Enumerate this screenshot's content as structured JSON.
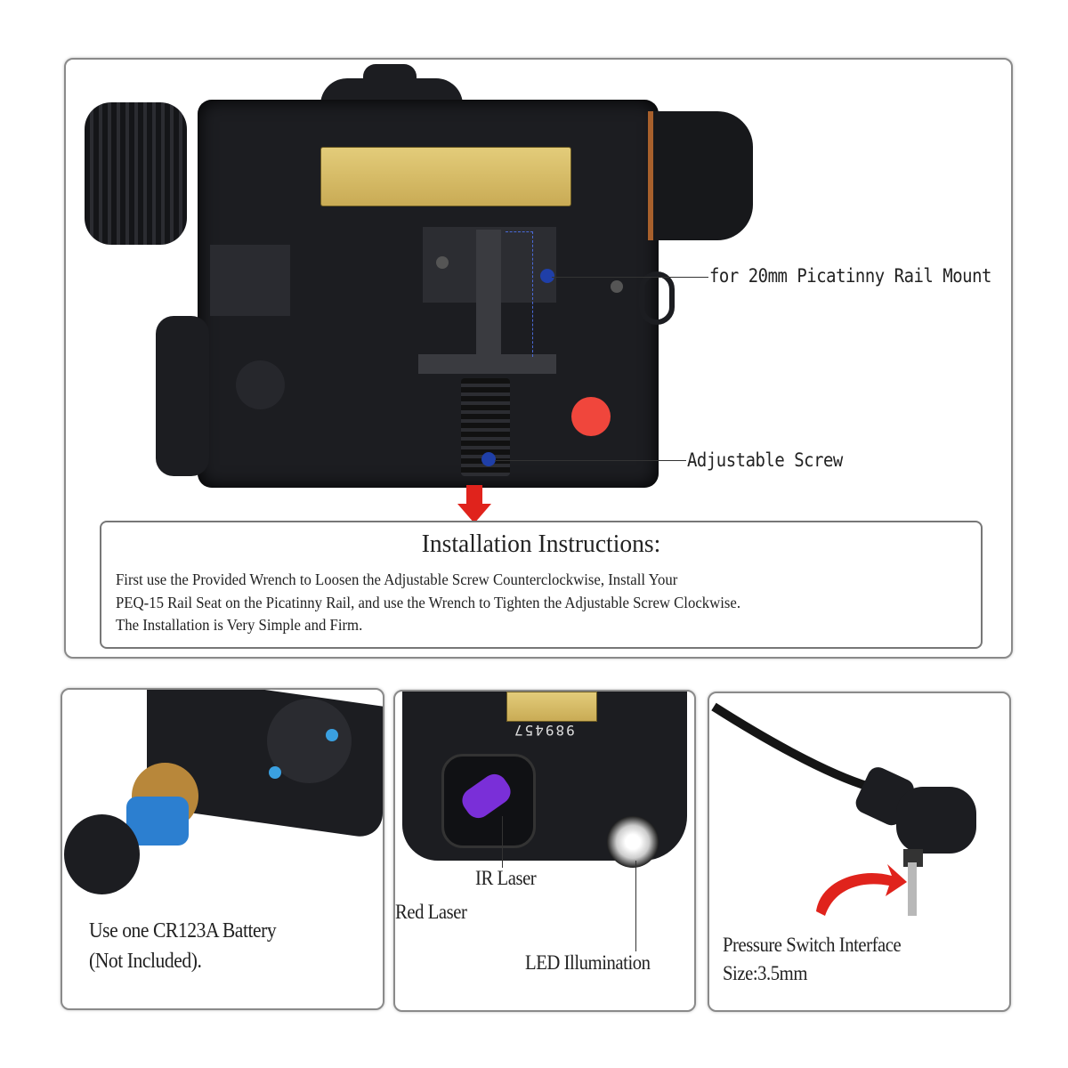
{
  "top_panel": {
    "callouts": {
      "rail_mount": "for 20mm Picatinny Rail Mount",
      "adjustable_screw": "Adjustable Screw"
    },
    "instructions": {
      "title": "Installation Instructions:",
      "lines": [
        "First use the Provided Wrench to Loosen the Adjustable Screw Counterclockwise, Install Your",
        "PEQ-15 Rail Seat on the Picatinny Rail, and use the Wrench to Tighten the Adjustable Screw Clockwise.",
        "The Installation is Very Simple and Firm."
      ]
    }
  },
  "battery_panel": {
    "lines": [
      "Use one CR123A Battery",
      "(Not Included)."
    ]
  },
  "laser_panel": {
    "serial": "989457",
    "labels": {
      "ir_laser": "IR Laser",
      "red_laser": "Red Laser",
      "led": "LED Illumination"
    }
  },
  "switch_panel": {
    "lines": [
      "Pressure Switch Interface",
      "Size:3.5mm"
    ]
  },
  "colors": {
    "device": "#1c1d21",
    "arrow_red": "#e0231c",
    "red_dot": "#f0463c",
    "callout_blue": "#1f3fa8",
    "frame_border": "#8a8a8a"
  }
}
